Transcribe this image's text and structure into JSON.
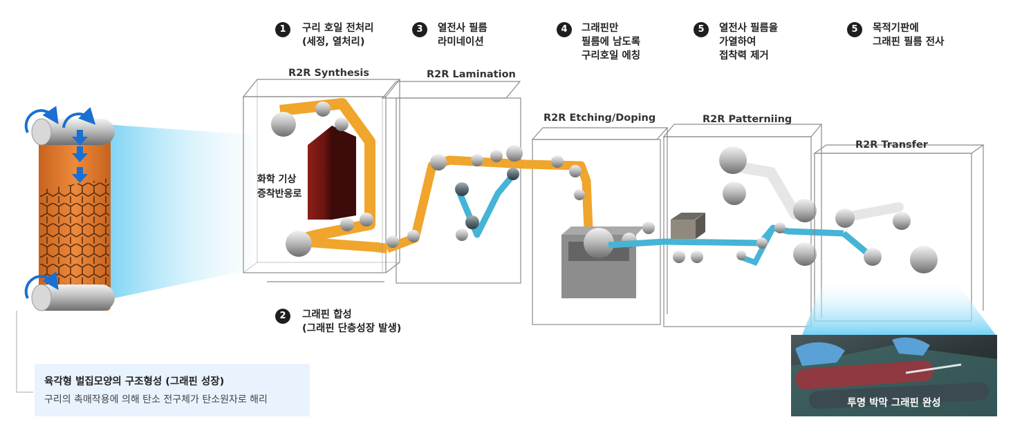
{
  "steps": [
    {
      "num": "1",
      "lines": [
        "구리 호일 전처리",
        "(세정, 열처리)"
      ]
    },
    {
      "num": "3",
      "lines": [
        "열전사 필름",
        "라미네이션"
      ]
    },
    {
      "num": "4",
      "lines": [
        "그래핀만",
        "필름에 남도록",
        "구리호일 에칭"
      ]
    },
    {
      "num": "5",
      "lines": [
        "열전사 필름을",
        "가열하여",
        "접착력 제거"
      ]
    },
    {
      "num": "5",
      "lines": [
        "목적기판에",
        "그래핀 필름 전사"
      ]
    },
    {
      "num": "2",
      "lines": [
        "그래핀 합성",
        "(그래핀 단층성장 발생)"
      ]
    }
  ],
  "stages": [
    "R2R Synthesis",
    "R2R Lamination",
    "R2R Etching/Doping",
    "R2R Patterniing",
    "R2R Transfer"
  ],
  "reactor_label": [
    "화학 기상",
    "증착반응로"
  ],
  "info": {
    "title": "육각형 벌집모양의 구조형성 (그래핀 성장)",
    "desc": "구리의 촉매작용에 의해 탄소 전구체가 탄소원자로 해리"
  },
  "result_label": "투명 박막 그래핀 완성",
  "colors": {
    "copper_foil": "#f0a52c",
    "film": "#45b4d6",
    "reactor": "#7a1a16",
    "beam": "#8fd6f5",
    "info_bg": "#e9f3fd",
    "arrow": "#1a6fd0"
  }
}
